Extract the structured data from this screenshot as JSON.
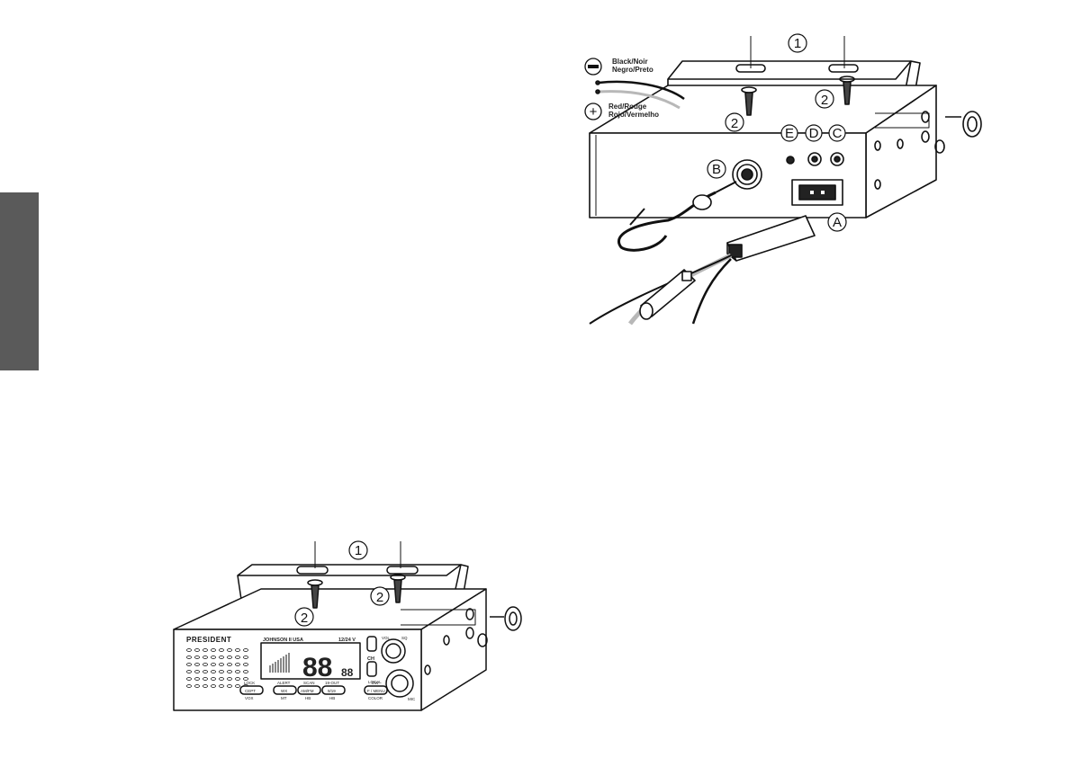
{
  "labels": {
    "bracket": "1",
    "screw": "2",
    "a": "A",
    "b": "B",
    "c": "C",
    "d": "D",
    "e": "E"
  },
  "wires": {
    "negative_sign": "−",
    "negative_line1": "Black/Noir",
    "negative_line2": "Negro/Preto",
    "positive_sign": "+",
    "positive_line1": "Red/Rouge",
    "positive_line2": "Rojo/Vermelho"
  },
  "radio": {
    "brand": "PRESIDENT",
    "model": "JOHNSON II USA",
    "voltage": "12/24 V",
    "ch": "CH",
    "seg_main": "88",
    "seg_small": "88",
    "vol": "VOL",
    "sq": "SQ",
    "mic": "MIC",
    "local": "LOCAL",
    "btn1_top": "LOCK",
    "btn1": "CEPT",
    "btn1_bot": "VOX",
    "btn2_top": "ALERT",
    "btn2": "WX",
    "btn2_bot": "MT",
    "btn3_top": "SCAN",
    "btn3": "AM/FM",
    "btn3_bot": "HB",
    "btn4_top": "19-OUT",
    "btn4": "9/19",
    "btn4_bot": "HB",
    "btn5_top": "DW",
    "btn5": "F / MENU",
    "btn5_bot": "COLOR"
  },
  "colors": {
    "ink": "#111111",
    "side_tab": "#5a5a5a",
    "grey_wire": "#b8b8b8"
  }
}
